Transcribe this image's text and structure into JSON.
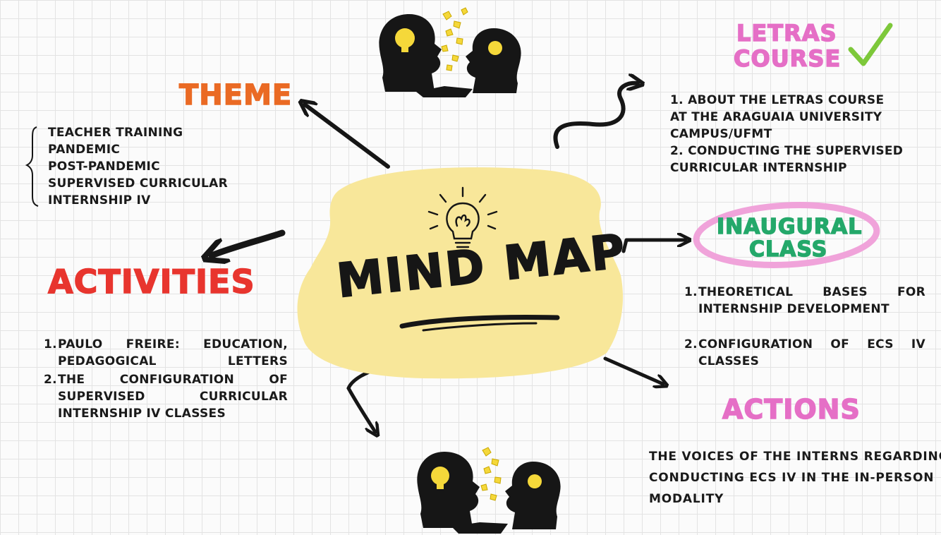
{
  "center": {
    "title": "MIND MAP"
  },
  "theme": {
    "heading": "THEME",
    "color": "#ea6a24",
    "items": [
      "TEACHER TRAINING",
      "PANDEMIC",
      "POST-PANDEMIC",
      "SUPERVISED CURRICULAR",
      "INTERNSHIP IV"
    ]
  },
  "activities": {
    "heading": "ACTIVITIES",
    "color": "#e8352e",
    "items": [
      {
        "num": "1.",
        "text": "PAULO FREIRE: EDUCATION, PEDAGOGICAL LETTERS"
      },
      {
        "num": "2.",
        "text": "THE CONFIGURATION OF SUPERVISED CURRICULAR INTERNSHIP IV CLASSES"
      }
    ]
  },
  "letras": {
    "heading_line1": "LETRAS",
    "heading_line2": "COURSE",
    "color": "#e56fc6",
    "check_color": "#7dc83a",
    "items": [
      "1. ABOUT THE LETRAS COURSE",
      "AT THE ARAGUAIA UNIVERSITY",
      "CAMPUS/UFMT",
      "2. CONDUCTING THE SUPERVISED",
      "CURRICULAR INTERNSHIP"
    ]
  },
  "inaugural": {
    "heading_line1": "INAUGURAL",
    "heading_line2": "CLASS",
    "color": "#24a86a",
    "ring_color": "#f0a3da",
    "items": [
      {
        "num": "1.",
        "text": "THEORETICAL BASES FOR INTERNSHIP DEVELOPMENT"
      },
      {
        "num": "2.",
        "text": "CONFIGURATION OF ECS IV CLASSES"
      }
    ]
  },
  "actions": {
    "heading": "ACTIONS",
    "color": "#e56fc6",
    "text_lines": [
      "THE VOICES OF THE INTERNS REGARDING",
      "CONDUCTING ECS IV IN THE IN-PERSON",
      "MODALITY"
    ]
  },
  "colors": {
    "highlight": "#f8e79a",
    "ink": "#161616",
    "bulb": "#f5d83a"
  },
  "icons": [
    "lightbulb-icon",
    "heads-idea-illustration-top",
    "heads-idea-illustration-bottom",
    "checkmark-icon"
  ]
}
